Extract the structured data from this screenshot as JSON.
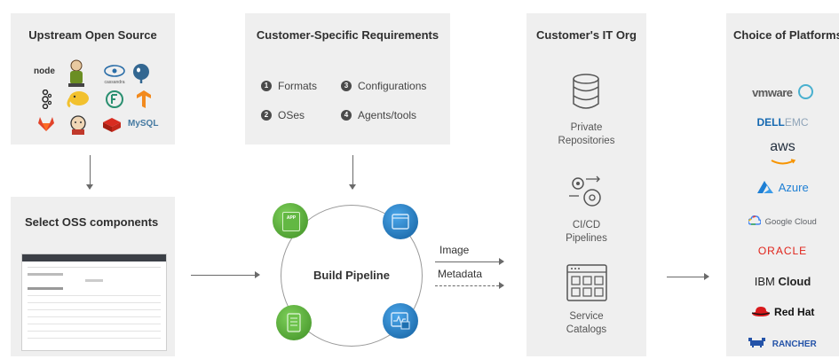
{
  "upstream": {
    "title": "Upstream Open Source",
    "logos": {
      "node": "node",
      "cassandra": "cassandra",
      "mysql": "MySQL"
    }
  },
  "requirements": {
    "title": "Customer-Specific Requirements",
    "items": [
      {
        "num": "1",
        "label": "Formats"
      },
      {
        "num": "3",
        "label": "Configurations"
      },
      {
        "num": "2",
        "label": "OSes"
      },
      {
        "num": "4",
        "label": "Agents/tools"
      }
    ]
  },
  "oss": {
    "title": "Select OSS components"
  },
  "pipeline": {
    "center_label": "Build Pipeline",
    "node_app_label": "APP"
  },
  "outputs": {
    "image": "Image",
    "metadata": "Metadata"
  },
  "it_org": {
    "title": "Customer's IT Org",
    "items": [
      {
        "icon": "database-icon",
        "line1": "Private",
        "line2": "Repositories"
      },
      {
        "icon": "gears-icon",
        "line1": "CI/CD",
        "line2": "Pipelines"
      },
      {
        "icon": "catalog-icon",
        "line1": "Service",
        "line2": "Catalogs"
      }
    ]
  },
  "platforms": {
    "title": "Choice of Platforms",
    "vmware": "vmware",
    "dell_a": "D",
    "dell_b": "ELL",
    "dell_c": "EMC",
    "aws": "aws",
    "azure": "Azure",
    "google": "Google Cloud",
    "oracle": "ORACLE",
    "ibm_a": "IBM",
    "ibm_b": "Cloud",
    "redhat": "Red Hat",
    "rancher": "RANCHER"
  },
  "colors": {
    "panel": "#efefef",
    "green": "#5aae3c",
    "blue": "#1f78c2",
    "azure": "#1e7fd4",
    "oracle": "#e0231a",
    "redhat": "#d8191c"
  }
}
